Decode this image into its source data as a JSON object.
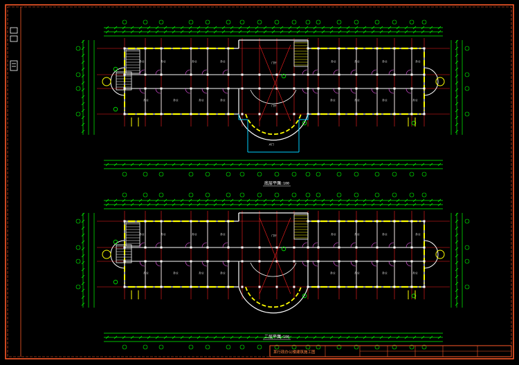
{
  "drawing": {
    "upper_plan": {
      "title": "底层平面",
      "scale": "1:100",
      "room_labels": [
        "办公",
        "办公",
        "办公",
        "办公",
        "办公",
        "办公",
        "办公",
        "办公",
        "办公",
        "办公",
        "办公",
        "办公",
        "办公",
        "办公",
        "办公",
        "办公",
        "门厅",
        "门厅",
        "大门"
      ]
    },
    "lower_plan": {
      "title": "二层平面",
      "scale": "1:100",
      "room_labels": [
        "办公",
        "办公",
        "办公",
        "办公",
        "办公",
        "办公",
        "办公",
        "办公",
        "办公",
        "办公",
        "办公",
        "办公",
        "办公",
        "办公",
        "办公",
        "办公",
        "门厅"
      ]
    },
    "title_block": {
      "text": "某行政办公楼建筑施工图"
    },
    "colors": {
      "background": "#000000",
      "border": "#ff5a28",
      "grid_axis": "#ff2020",
      "wall": "#ffffff",
      "window": "#ffff00",
      "dimension": "#00ff00",
      "entrance": "#00d0ff",
      "furniture": "#d000ff"
    }
  }
}
